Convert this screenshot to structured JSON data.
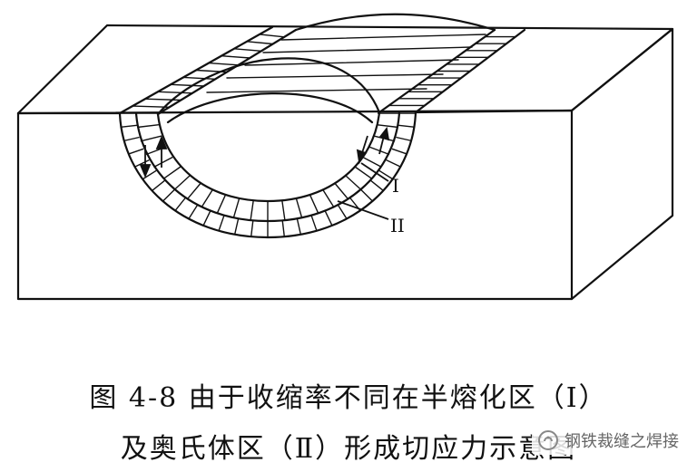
{
  "figure": {
    "labels": {
      "zone_1": "I",
      "zone_2": "II"
    },
    "caption": {
      "line1": "图 4-8   由于收缩率不同在半熔化区（Ⅰ）",
      "line2": "及奥氏体区（Ⅱ）形成切应力示意图"
    }
  },
  "watermark": {
    "text": "钢铁裁缝之焊接",
    "icon": "wechat-official-account-icon"
  },
  "colors": {
    "ink": "#111111",
    "paper": "#ffffff"
  }
}
